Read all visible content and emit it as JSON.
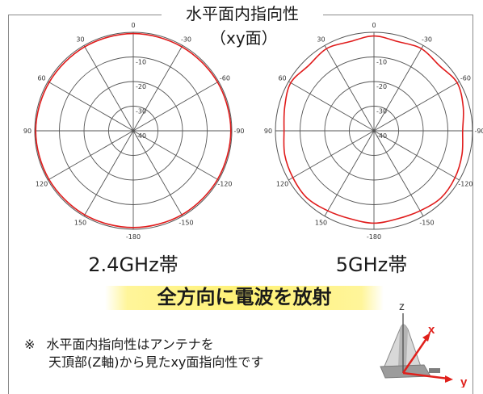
{
  "title": "水平面内指向性",
  "subtitle": "（xy面）",
  "highlight": "全方向に電波を放射",
  "note": {
    "mark": "※",
    "line1": "水平面内指向性はアンテナを",
    "line2": "天頂部(Z軸)から見たxy面指向性です"
  },
  "axes_labels": {
    "z": "z",
    "x": "x",
    "y": "y"
  },
  "colors": {
    "pattern": "#e01b1b",
    "grid": "#555555",
    "axis_arrow": "#e0201b",
    "highlight": "#fff275"
  },
  "chart_data": [
    {
      "type": "polar",
      "title": "2.4GHz帯",
      "angle_ticks": [
        "0",
        "30",
        "60",
        "90",
        "120",
        "150",
        "180",
        "150",
        "120",
        "90",
        "60",
        "30"
      ],
      "angle_ticks_display": [
        "0",
        "-30",
        "-60",
        "-90",
        "-120",
        "-150",
        "-180",
        "150",
        "120",
        "90",
        "60",
        "30"
      ],
      "radial_ticks": [
        "-10",
        "-20",
        "-30",
        "-40"
      ],
      "rlim": [
        -40,
        0
      ],
      "series": [
        {
          "angles_deg": [
            0,
            30,
            60,
            90,
            120,
            150,
            180,
            210,
            240,
            270,
            300,
            330
          ],
          "values_db": [
            -0.5,
            -0.6,
            -0.6,
            -0.4,
            -0.5,
            -0.6,
            -0.7,
            -0.6,
            -0.5,
            -0.4,
            -0.5,
            -0.6
          ]
        }
      ]
    },
    {
      "type": "polar",
      "title": "5GHz帯",
      "angle_ticks": [
        "0",
        "30",
        "60",
        "90",
        "120",
        "150",
        "180",
        "150",
        "120",
        "90",
        "60",
        "30"
      ],
      "angle_ticks_display": [
        "0",
        "-30",
        "-60",
        "-90",
        "-120",
        "-150",
        "-180",
        "150",
        "120",
        "90",
        "60",
        "30"
      ],
      "radial_ticks": [
        "-10",
        "-20",
        "-30",
        "-40"
      ],
      "rlim": [
        -40,
        0
      ],
      "series": [
        {
          "angles_deg": [
            0,
            15,
            30,
            45,
            60,
            75,
            90,
            105,
            120,
            135,
            150,
            165,
            180,
            195,
            210,
            225,
            240,
            255,
            270,
            285,
            300,
            315,
            330,
            345
          ],
          "values_db": [
            -1.5,
            -2.5,
            -1.5,
            -2.5,
            -1.0,
            -2.5,
            -3.5,
            -2.5,
            -2.0,
            -1.5,
            -2.5,
            -3.0,
            -2.5,
            -3.0,
            -2.5,
            -1.5,
            -2.0,
            -3.0,
            -4.0,
            -2.5,
            -1.0,
            -2.5,
            -1.5,
            -2.5
          ]
        }
      ]
    }
  ]
}
